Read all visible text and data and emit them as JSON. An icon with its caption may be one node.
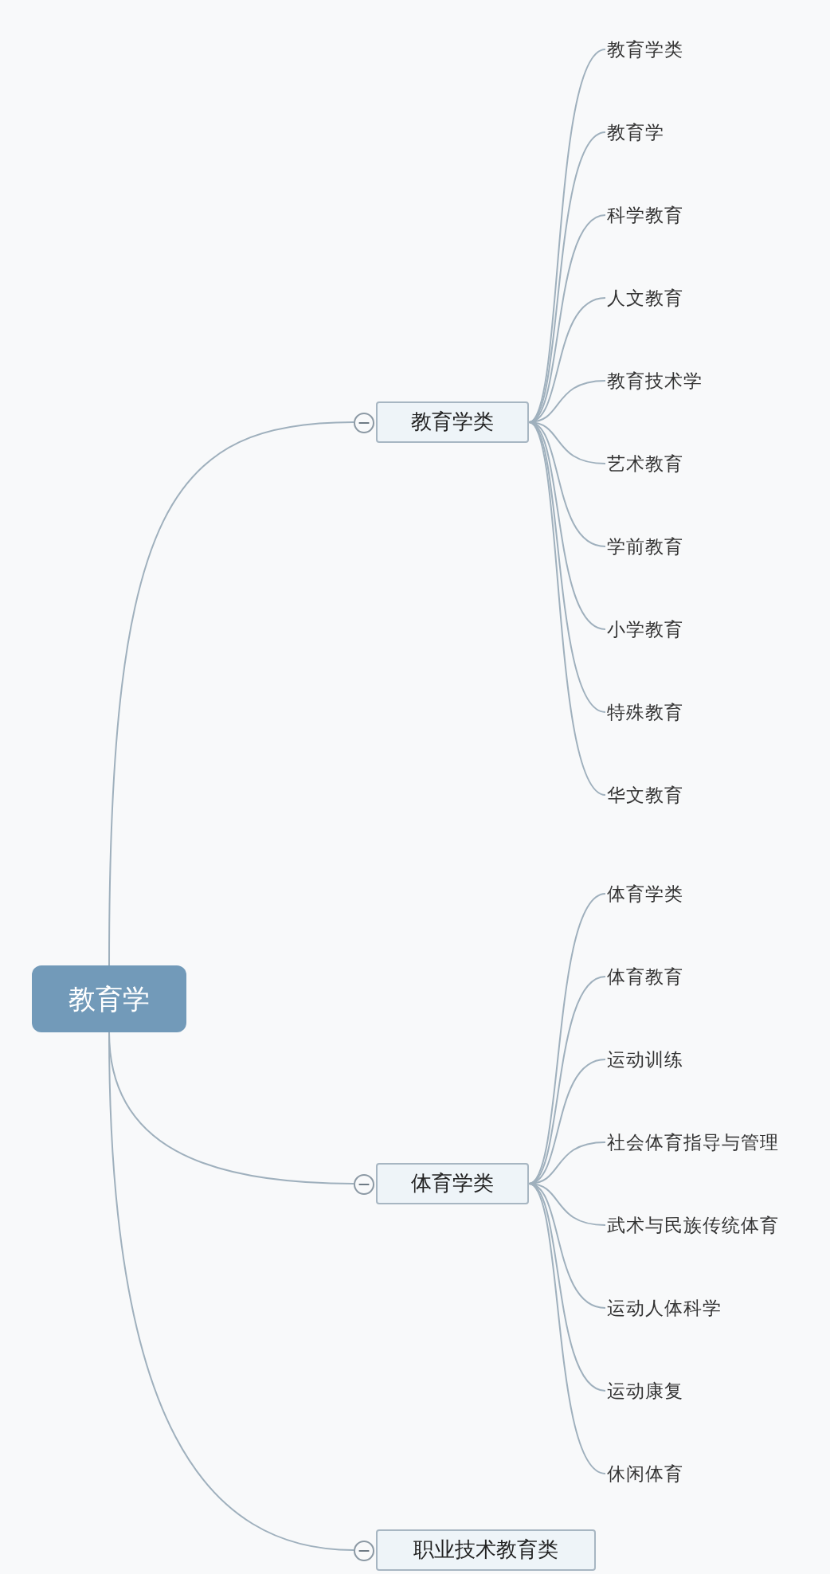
{
  "diagram": {
    "nodes": [
      {
        "text": [
          "教育学"
        ]
      },
      {
        "text": [
          "教育学类"
        ]
      },
      {
        "text": [
          "教育学类"
        ]
      },
      {
        "text": [
          "教育学"
        ]
      },
      {
        "text": [
          "科学教育"
        ]
      },
      {
        "text": [
          "人文教育"
        ]
      },
      {
        "text": [
          "教育技术学"
        ]
      },
      {
        "text": [
          "艺术教育"
        ]
      },
      {
        "text": [
          "学前教育"
        ]
      },
      {
        "text": [
          "小学教育"
        ]
      },
      {
        "text": [
          "特殊教育"
        ]
      },
      {
        "text": [
          "华文教育"
        ]
      },
      {
        "text": [
          "体育学类"
        ]
      },
      {
        "text": [
          "体育学类"
        ]
      },
      {
        "text": [
          "体育教育"
        ]
      },
      {
        "text": [
          "运动训练"
        ]
      },
      {
        "text": [
          "社会体育指导与管理"
        ]
      },
      {
        "text": [
          "武术与民族传统体育"
        ]
      },
      {
        "text": [
          "运动人体科学"
        ]
      },
      {
        "text": [
          "运动康复"
        ]
      },
      {
        "text": [
          "休闲体育"
        ]
      },
      {
        "text": [
          "职业技术教育类"
        ]
      }
    ],
    "edges": [
      {
        "from": 0,
        "to": 1,
        "arrow": "none"
      },
      {
        "from": 1,
        "to": 2,
        "arrow": "none"
      },
      {
        "from": 1,
        "to": 3,
        "arrow": "none"
      },
      {
        "from": 1,
        "to": 4,
        "arrow": "none"
      },
      {
        "from": 1,
        "to": 5,
        "arrow": "none"
      },
      {
        "from": 1,
        "to": 6,
        "arrow": "none"
      },
      {
        "from": 1,
        "to": 7,
        "arrow": "none"
      },
      {
        "from": 1,
        "to": 8,
        "arrow": "none"
      },
      {
        "from": 1,
        "to": 9,
        "arrow": "none"
      },
      {
        "from": 1,
        "to": 10,
        "arrow": "none"
      },
      {
        "from": 1,
        "to": 11,
        "arrow": "none"
      },
      {
        "from": 0,
        "to": 12,
        "arrow": "none"
      },
      {
        "from": 12,
        "to": 13,
        "arrow": "none"
      },
      {
        "from": 12,
        "to": 14,
        "arrow": "none"
      },
      {
        "from": 12,
        "to": 15,
        "arrow": "none"
      },
      {
        "from": 12,
        "to": 16,
        "arrow": "none"
      },
      {
        "from": 12,
        "to": 17,
        "arrow": "none"
      },
      {
        "from": 12,
        "to": 18,
        "arrow": "none"
      },
      {
        "from": 12,
        "to": 19,
        "arrow": "none"
      },
      {
        "from": 12,
        "to": 20,
        "arrow": "none"
      },
      {
        "from": 0,
        "to": 21,
        "arrow": "none"
      }
    ]
  }
}
